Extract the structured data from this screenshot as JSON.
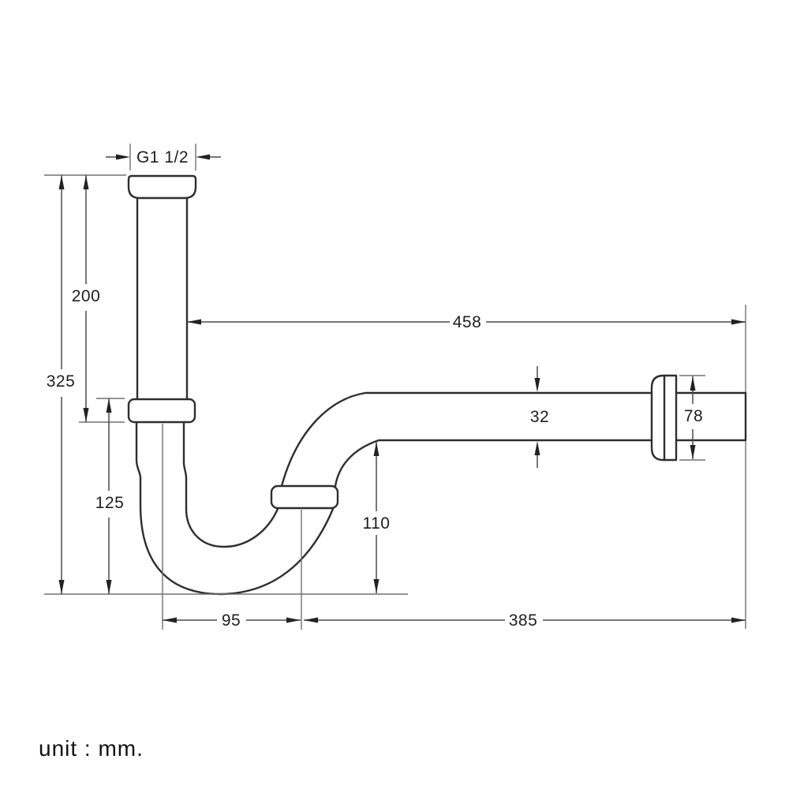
{
  "drawing": {
    "unit_note": "unit : mm.",
    "labels": {
      "thread_size": "G1 1/2",
      "inlet_tube_height": "200",
      "overall_height": "325",
      "inlet_to_outlet_end": "458",
      "pipe_diameter": "32",
      "flange_height": "78",
      "trap_nut_to_floor": "125",
      "outlet_to_floor": "110",
      "trap_offset": "95",
      "outlet_length": "385"
    },
    "colors": {
      "outline": "#2e2e2e",
      "dimension_lines": "#4a4a4a",
      "extension_lines": "#707070"
    }
  }
}
